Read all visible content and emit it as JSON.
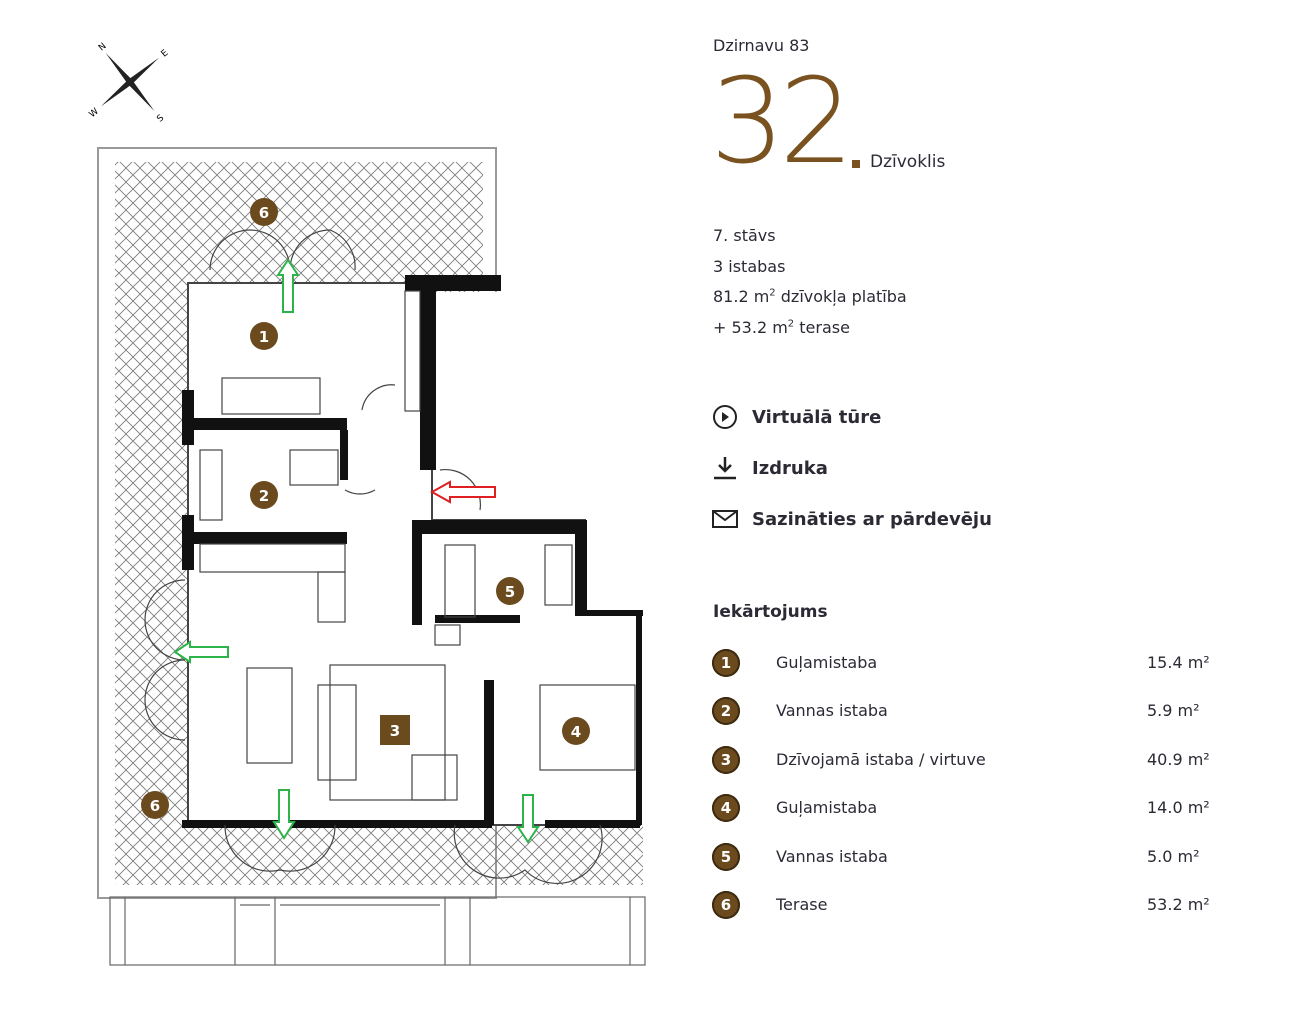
{
  "compass": {
    "n": "N",
    "e": "E",
    "s": "S",
    "w": "W"
  },
  "header": {
    "address": "Dzirnavu 83",
    "apartment_number": "32",
    "apartment_label": "Dzīvoklis"
  },
  "info": {
    "floor": "7. stāvs",
    "rooms": "3 istabas",
    "area_value": "81.2 m",
    "area_suffix": " dzīvokļa platība",
    "terrace_value": "+ 53.2 m",
    "terrace_suffix": " terase",
    "sup": "2"
  },
  "actions": [
    {
      "label": "Virtuālā tūre",
      "icon": "play-circle-icon"
    },
    {
      "label": "Izdruka",
      "icon": "download-icon"
    },
    {
      "label": "Sazināties ar pārdevēju",
      "icon": "mail-icon"
    }
  ],
  "rooms_title": "Iekārtojums",
  "rooms": [
    {
      "num": "1",
      "name": "Guļamistaba",
      "area": "15.4 m²"
    },
    {
      "num": "2",
      "name": "Vannas istaba",
      "area": "5.9 m²"
    },
    {
      "num": "3",
      "name": "Dzīvojamā istaba / virtuve",
      "area": "40.9 m²"
    },
    {
      "num": "4",
      "name": "Guļamistaba",
      "area": "14.0 m²"
    },
    {
      "num": "5",
      "name": "Vannas istaba",
      "area": "5.0 m²"
    },
    {
      "num": "6",
      "name": "Terase",
      "area": "53.2 m²"
    }
  ],
  "plan_markers": [
    "6",
    "1",
    "2",
    "5",
    "3",
    "4",
    "6"
  ],
  "colors": {
    "brand": "#7a5220",
    "marker": "#6b4a1e",
    "arrow_green": "#2db34a",
    "arrow_red": "#e02020"
  }
}
